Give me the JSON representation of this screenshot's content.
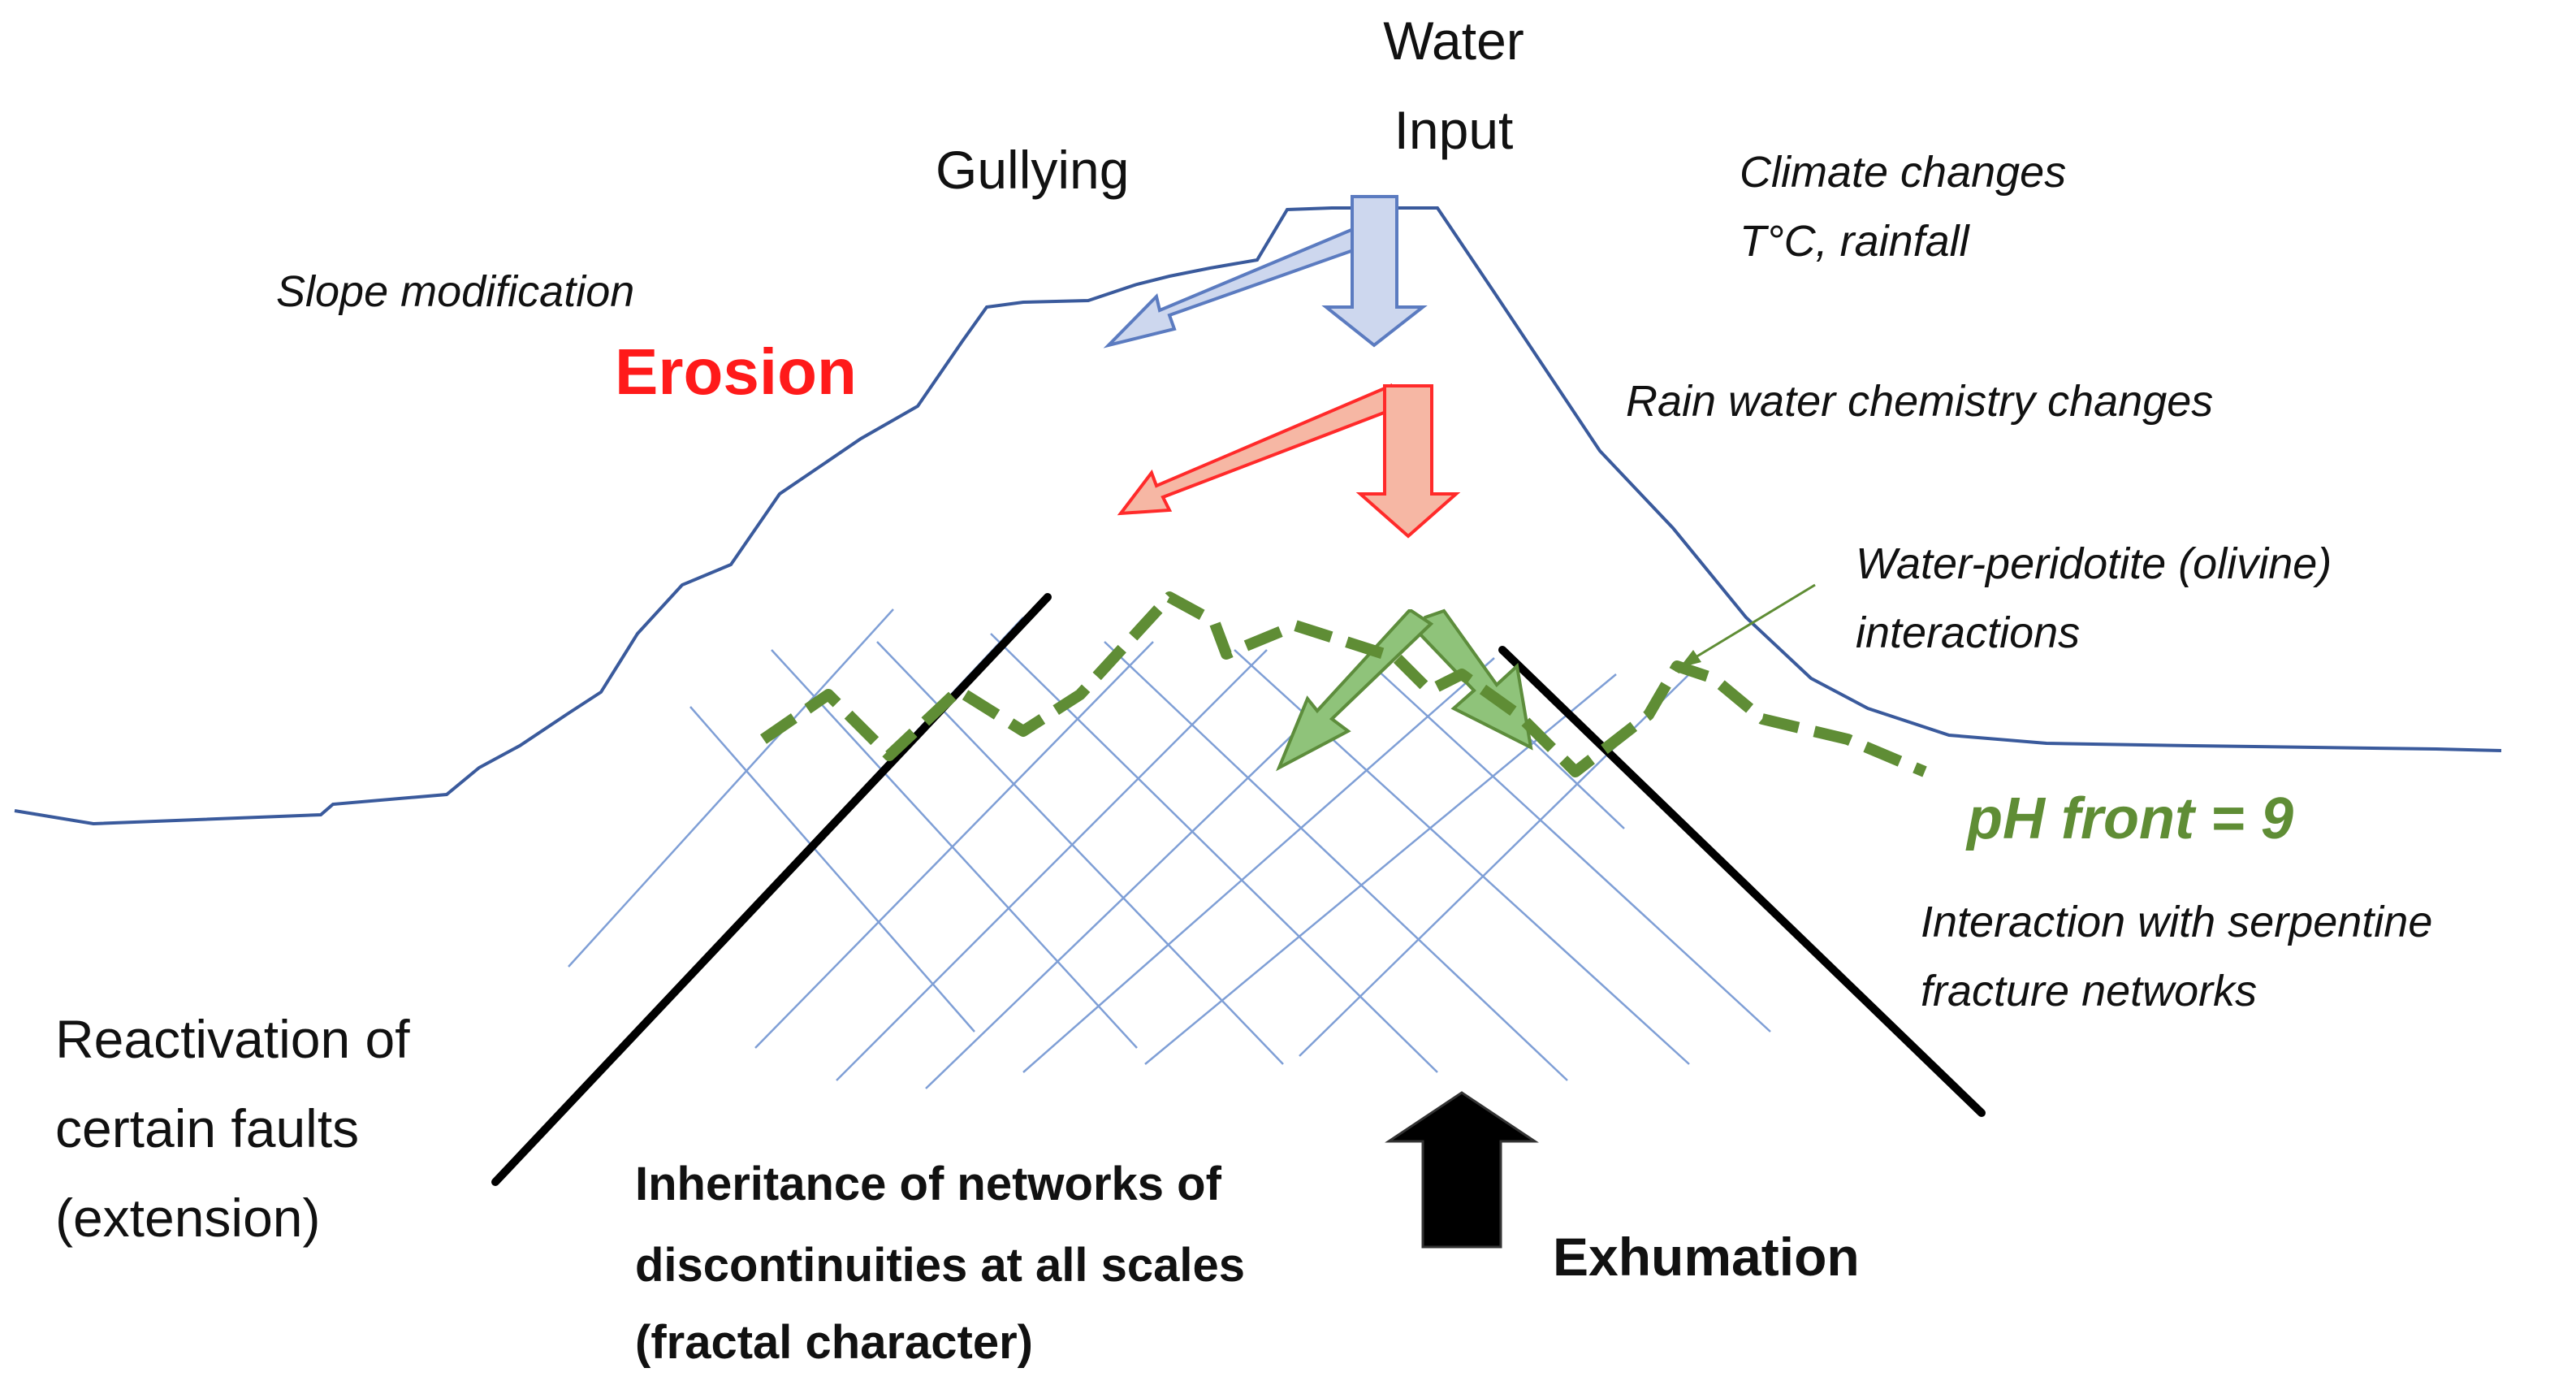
{
  "labels": {
    "water_input_1": "Water",
    "water_input_2": "Input",
    "gullying": "Gullying",
    "climate_1": "Climate changes",
    "climate_2": "T°C, rainfall",
    "slope_modification": "Slope modification",
    "erosion": "Erosion",
    "rain_chemistry": "Rain water chemistry changes",
    "water_peridotite_1": "Water-peridotite (olivine)",
    "water_peridotite_2": "interactions",
    "ph_front": "pH front = 9",
    "serpentine_1": "Interaction with serpentine",
    "serpentine_2": "fracture networks",
    "reactivation_1": "Reactivation of",
    "reactivation_2": "certain faults",
    "reactivation_3": "(extension)",
    "inheritance_1": "Inheritance of networks of",
    "inheritance_2": "discontinuities at all scales",
    "inheritance_3": "(fractal character)",
    "exhumation": "Exhumation"
  },
  "colors": {
    "terrain_outline": "#3a5a9c",
    "water_arrow_fill": "#cdd7ee",
    "water_arrow_stroke": "#5b7bc0",
    "erosion_text": "#ff1a1a",
    "erosion_arrow_fill": "#f6b7a4",
    "erosion_arrow_stroke": "#ff2a2a",
    "interaction_arrow_fill": "#8fc37a",
    "interaction_arrow_stroke": "#5d8d3c",
    "ph_front": "#5f8d35",
    "fracture_network": "#7f9fd6",
    "faults": "#000000",
    "exhumation_arrow": "#000000"
  },
  "icons": {
    "water_input_arrow": "down-arrow-icon",
    "exhumation_arrow": "up-arrow-icon"
  }
}
